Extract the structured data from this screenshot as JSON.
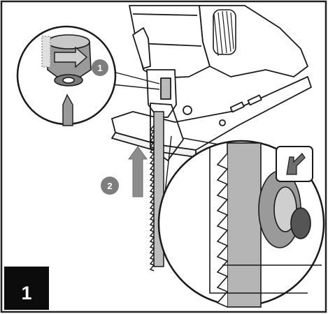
{
  "figure": {
    "step_number": "1",
    "markers": [
      {
        "label": "1"
      },
      {
        "label": "2"
      }
    ],
    "icons": [
      "blade-clamp-icon",
      "arrow-up-icon",
      "arrow-right-icon",
      "lever-symbol-icon"
    ],
    "colors": {
      "line": "#1a1a1a",
      "gray": "#8c8c8c",
      "light_gray": "#d8d8d8",
      "badge": "#0c0c0c"
    }
  }
}
